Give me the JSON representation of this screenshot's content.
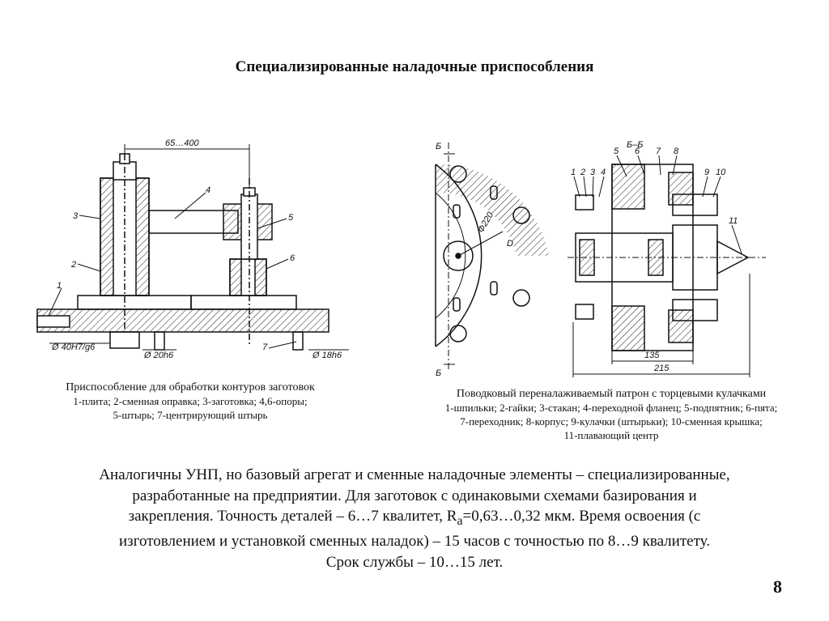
{
  "title": "Специализированные наладочные приспособления",
  "figure1": {
    "dims": {
      "top": "65…400",
      "left_fit": "Ø 40H7/g6",
      "mid_fit": "Ø 20h6",
      "right_fit": "Ø 18h6"
    },
    "labels": [
      "1",
      "2",
      "3",
      "4",
      "5",
      "6",
      "7"
    ],
    "caption_title": "Приспособление для обработки контуров заготовок",
    "caption_lines": [
      "1-плита; 2-сменная оправка; 3-заготовка; 4,6-опоры;",
      "5-штырь; 7-центрирующий штырь"
    ]
  },
  "figure2": {
    "section_left": "Б",
    "section_right": "Б–Б",
    "diameter": "Ф220",
    "d_label": "D",
    "dims": {
      "inner": "135",
      "outer": "215"
    },
    "labels": [
      "1",
      "2",
      "3",
      "4",
      "5",
      "6",
      "7",
      "8",
      "9",
      "10",
      "11"
    ],
    "caption_title": "Поводковый переналаживаемый патрон с торцевыми кулачками",
    "caption_lines": [
      "1-шпильки; 2-гайки; 3-стакан; 4-переходной фланец; 5-подпятник; 6-пята;",
      "7-переходник; 8-корпус; 9-кулачки (штырьки); 10-сменная крышка;",
      "11-плавающий центр"
    ]
  },
  "body": {
    "line1": "Аналогичны УНП, но базовый агрегат  и сменные наладочные элементы – специализированные,",
    "line2": "разработанные на предприятии. Для заготовок с одинаковыми схемами базирования и",
    "line3_a": "закрепления. Точность деталей – 6…7 квалитет, R",
    "line3_sub": "a",
    "line3_b": "=0,63…0,32 мкм. Время освоения (с",
    "line4": "изготовлением и установкой сменных наладок) – 15 часов с точностью по 8…9 квалитету.",
    "line5": "Срок службы – 10…15 лет."
  },
  "page_number": "8"
}
